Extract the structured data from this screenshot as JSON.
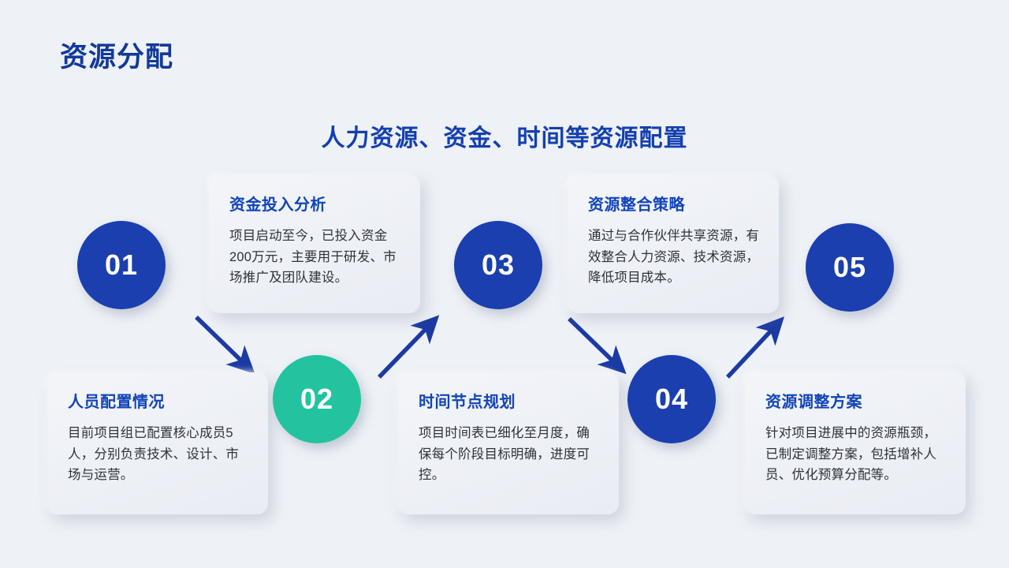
{
  "slide": {
    "title": "资源分配",
    "subtitle": "人力资源、资金、时间等资源配置",
    "background_color": "#eef1f6",
    "accent_color": "#1b3fae",
    "highlight_color": "#23c3a0"
  },
  "steps": [
    {
      "number": "01",
      "circle_color": "#1b3fae",
      "card_title": "人员配置情况",
      "card_body": "目前项目组已配置核心成员5人，分别负责技术、设计、市场与运营。"
    },
    {
      "number": "02",
      "circle_color": "#23c3a0",
      "card_title": "资金投入分析",
      "card_body": "项目启动至今，已投入资金200万元，主要用于研发、市场推广及团队建设。"
    },
    {
      "number": "03",
      "circle_color": "#1b3fae",
      "card_title": "时间节点规划",
      "card_body": "项目时间表已细化至月度，确保每个阶段目标明确，进度可控。"
    },
    {
      "number": "04",
      "circle_color": "#1b3fae",
      "card_title": "资源整合策略",
      "card_body": "通过与合作伙伴共享资源，有效整合人力资源、技术资源，降低项目成本。"
    },
    {
      "number": "05",
      "circle_color": "#1b3fae",
      "card_title": "资源调整方案",
      "card_body": "针对项目进展中的资源瓶颈，已制定调整方案，包括增补人员、优化预算分配等。"
    }
  ],
  "cards": {
    "funding": {
      "title": "资金投入分析",
      "body": "项目启动至今，已投入资金200万元，主要用于研发、市场推广及团队建设。"
    },
    "staffing": {
      "title": "人员配置情况",
      "body": "目前项目组已配置核心成员5人，分别负责技术、设计、市场与运营。"
    },
    "integration": {
      "title": "资源整合策略",
      "body": "通过与合作伙伴共享资源，有效整合人力资源、技术资源，降低项目成本。"
    },
    "timeline": {
      "title": "时间节点规划",
      "body": "项目时间表已细化至月度，确保每个阶段目标明确，进度可控。"
    },
    "adjustment": {
      "title": "资源调整方案",
      "body": "针对项目进展中的资源瓶颈，已制定调整方案，包括增补人员、优化预算分配等。"
    }
  },
  "numbers": {
    "one": "01",
    "two": "02",
    "three": "03",
    "four": "04",
    "five": "05"
  },
  "arrows": [
    {
      "name": "arrow-01-to-02",
      "direction": "down-right",
      "color": "#1b3aa3"
    },
    {
      "name": "arrow-02-to-03",
      "direction": "up-right",
      "color": "#1b3aa3"
    },
    {
      "name": "arrow-03-to-04",
      "direction": "down-right",
      "color": "#1b3aa3"
    },
    {
      "name": "arrow-04-to-05",
      "direction": "up-right",
      "color": "#1b3aa3"
    }
  ]
}
